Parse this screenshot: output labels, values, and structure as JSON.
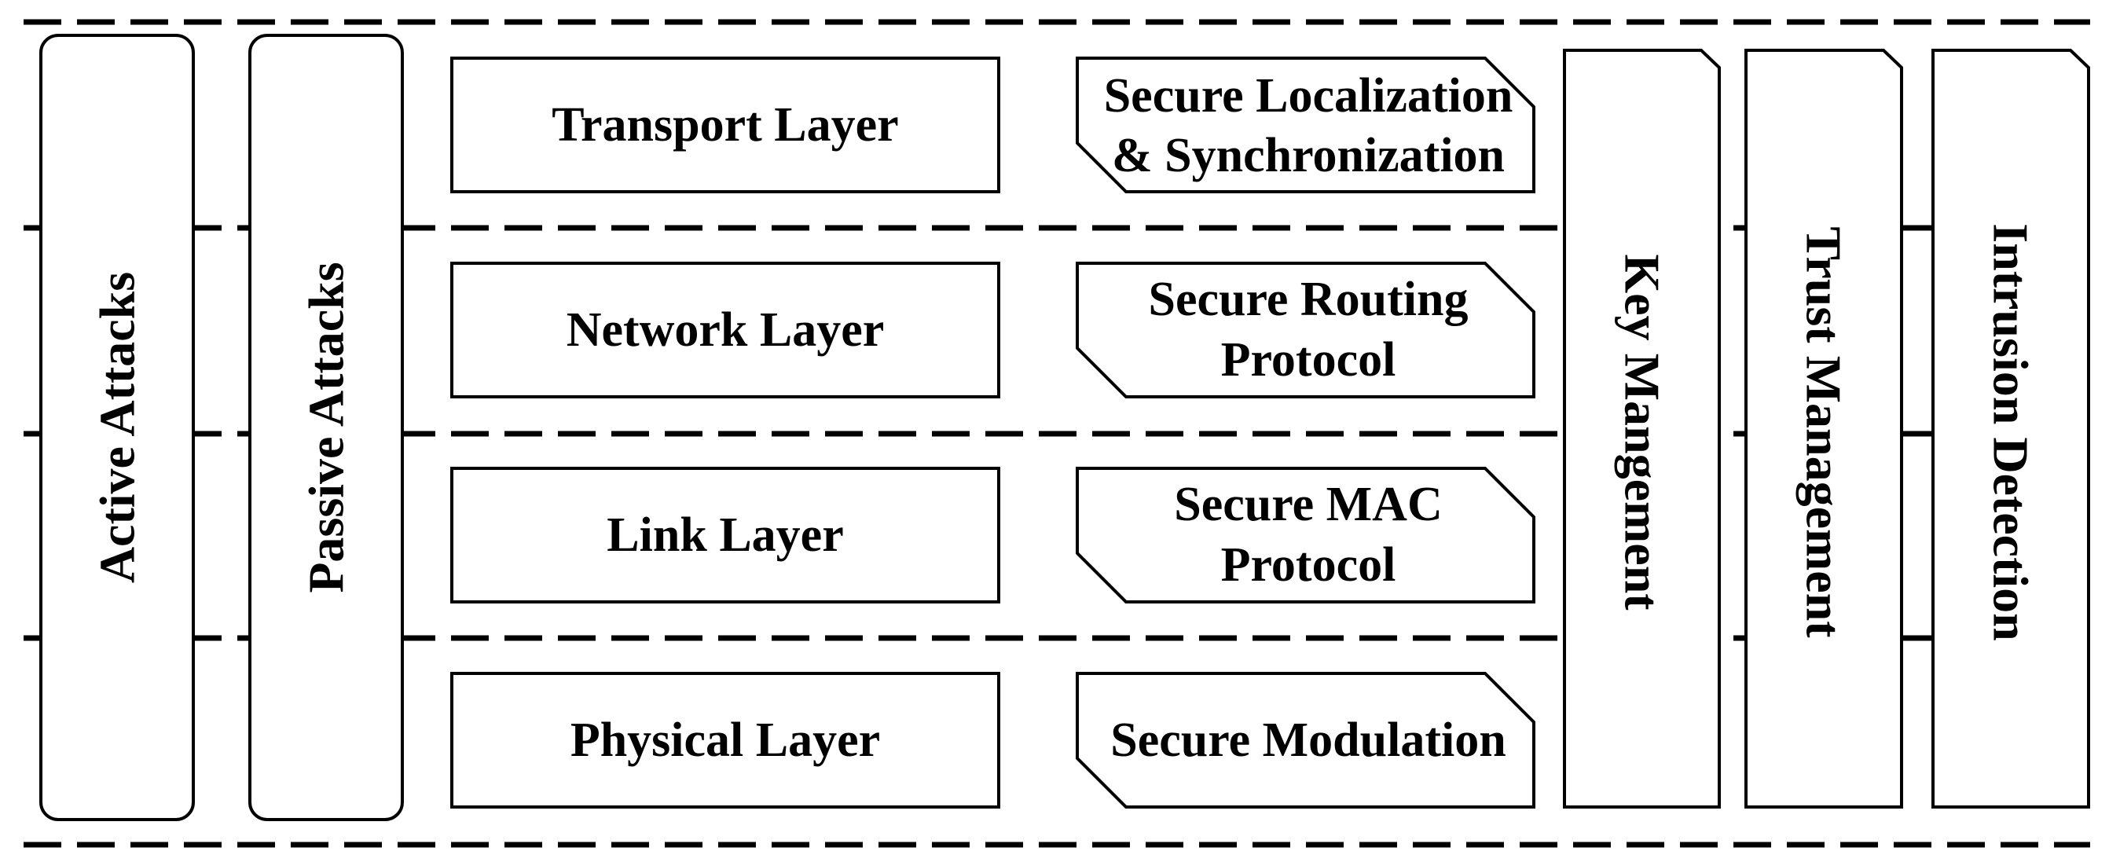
{
  "attacks": {
    "active": "Active Attacks",
    "passive": "Passive Attacks"
  },
  "layers": {
    "transport": "Transport Layer",
    "network": "Network Layer",
    "link": "Link Layer",
    "physical": "Physical Layer"
  },
  "mechanisms": {
    "localization_line1": "Secure Localization",
    "localization_line2": "& Synchronization",
    "routing_line1": "Secure Routing",
    "routing_line2": "Protocol",
    "mac_line1": "Secure MAC",
    "mac_line2": "Protocol",
    "modulation": "Secure Modulation"
  },
  "cross_layer": {
    "key": "Key Mangement",
    "trust": "Trust Management",
    "intrusion": "Intrusion Detection"
  }
}
